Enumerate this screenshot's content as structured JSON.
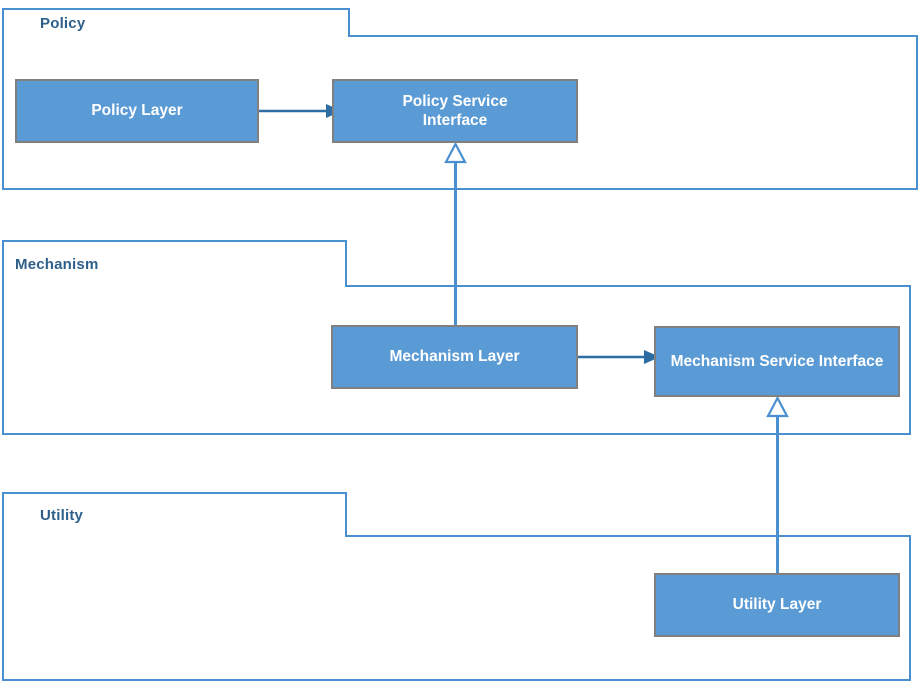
{
  "diagram": {
    "title": "Layered architecture package diagram",
    "colors": {
      "node_fill": "#5b9bd5",
      "node_border": "#808080",
      "package_border": "#4a90d0",
      "package_label": "#2e5f8a",
      "dependency_arrow": "#2e6da4",
      "generalization_line": "#4a90d0",
      "node_text": "#ffffff",
      "background": "#ffffff"
    },
    "packages": [
      {
        "id": "policy",
        "label": "Policy"
      },
      {
        "id": "mechanism",
        "label": "Mechanism"
      },
      {
        "id": "utility",
        "label": "Utility"
      }
    ],
    "nodes": [
      {
        "id": "policy-layer",
        "label": "Policy Layer",
        "package": "Policy"
      },
      {
        "id": "policy-service-interface",
        "label": "Policy Service Interface",
        "package": "Policy"
      },
      {
        "id": "mechanism-layer",
        "label": "Mechanism Layer",
        "package": "Mechanism"
      },
      {
        "id": "mechanism-service-interface",
        "label": "Mechanism Service Interface",
        "package": "Mechanism"
      },
      {
        "id": "utility-layer",
        "label": "Utility Layer",
        "package": "Utility"
      }
    ],
    "connections": [
      {
        "id": "policy-layer-to-policy-service-interface",
        "from": "Policy Layer",
        "to": "Policy Service Interface",
        "type": "dependency",
        "arrowhead": "filled-triangle"
      },
      {
        "id": "mechanism-layer-to-policy-service-interface",
        "from": "Mechanism Layer",
        "to": "Policy Service Interface",
        "type": "generalization",
        "arrowhead": "hollow-triangle"
      },
      {
        "id": "mechanism-layer-to-mechanism-service-interface",
        "from": "Mechanism Layer",
        "to": "Mechanism Service Interface",
        "type": "dependency",
        "arrowhead": "filled-triangle"
      },
      {
        "id": "utility-layer-to-mechanism-service-interface",
        "from": "Utility Layer",
        "to": "Mechanism Service Interface",
        "type": "generalization",
        "arrowhead": "hollow-triangle"
      }
    ]
  }
}
